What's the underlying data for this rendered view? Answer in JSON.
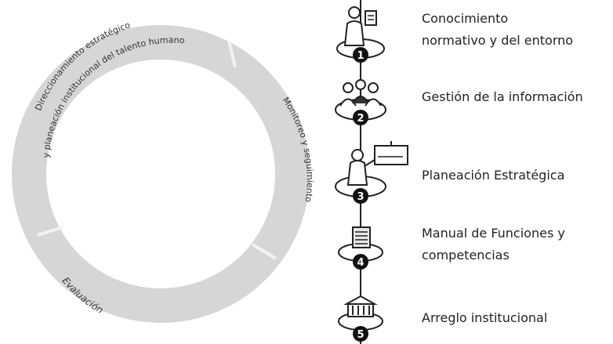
{
  "ring": {
    "labels": {
      "segment_1_line_1": "Direccionamiento estratégico",
      "segment_1_line_2": "y planeación institucional del talento humano",
      "segment_2": "Monitoreo y seguimiento",
      "segment_3": "Evaluación"
    }
  },
  "steps": [
    {
      "number": "1",
      "icon": "person-with-document-icon",
      "label_lines": [
        "Conocimiento",
        "normativo y del entorno"
      ]
    },
    {
      "number": "2",
      "icon": "group-meeting-icon",
      "label_lines": [
        "Gestión de la información"
      ]
    },
    {
      "number": "3",
      "icon": "presenter-with-board-icon",
      "label_lines": [
        "Planeación Estratégica"
      ]
    },
    {
      "number": "4",
      "icon": "document-stack-icon",
      "label_lines": [
        "Manual de Funciones y",
        "competencias"
      ]
    },
    {
      "number": "5",
      "icon": "institution-building-icon",
      "label_lines": [
        "Arreglo institucional"
      ]
    }
  ],
  "colors": {
    "ring_fill": "#d4d4d4",
    "ring_segment_alt": "#c7c7c7",
    "ink": "#1a1a1a",
    "badge": "#111111"
  }
}
